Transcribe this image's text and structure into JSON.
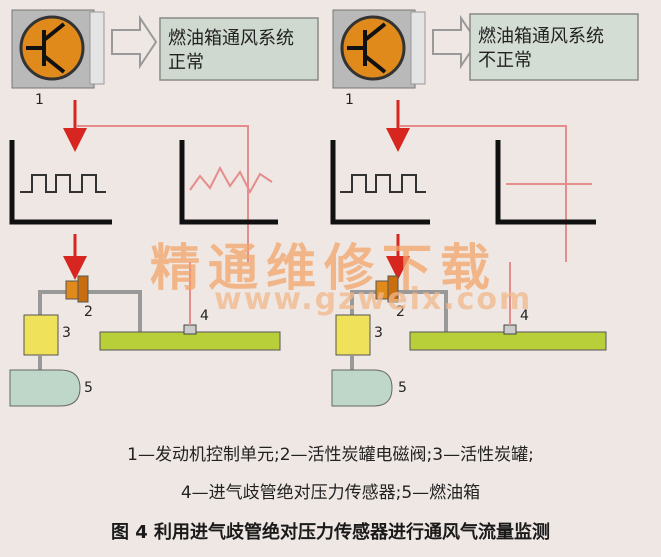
{
  "panels": [
    {
      "status_line1": "燃油箱通风系统",
      "status_line2": "正常",
      "ecu_number": "1",
      "valve_number": "2",
      "canister_number": "3",
      "sensor_number": "4",
      "tank_number": "5"
    },
    {
      "status_line1": "燃油箱通风系统",
      "status_line2": "不正常",
      "ecu_number": "1",
      "valve_number": "2",
      "canister_number": "3",
      "sensor_number": "4",
      "tank_number": "5"
    }
  ],
  "legend": {
    "line1": "1—发动机控制单元;2—活性炭罐电磁阀;3—活性炭罐;",
    "line2": "4—进气歧管绝对压力传感器;5—燃油箱"
  },
  "figure_title": "图 4  利用进气歧管绝对压力传感器进行通风气流量监测",
  "watermark": {
    "cn": "精通维修下载",
    "url": "www.gzweix.com"
  },
  "colors": {
    "ecu_fill": "#e08a1c",
    "canister_fill": "#efe15a",
    "pipe_fill": "#b9cf3a",
    "tank_fill": "#bfd7c9",
    "signal_red": "#d7261f",
    "feedback_pink": "#e58c8c"
  }
}
